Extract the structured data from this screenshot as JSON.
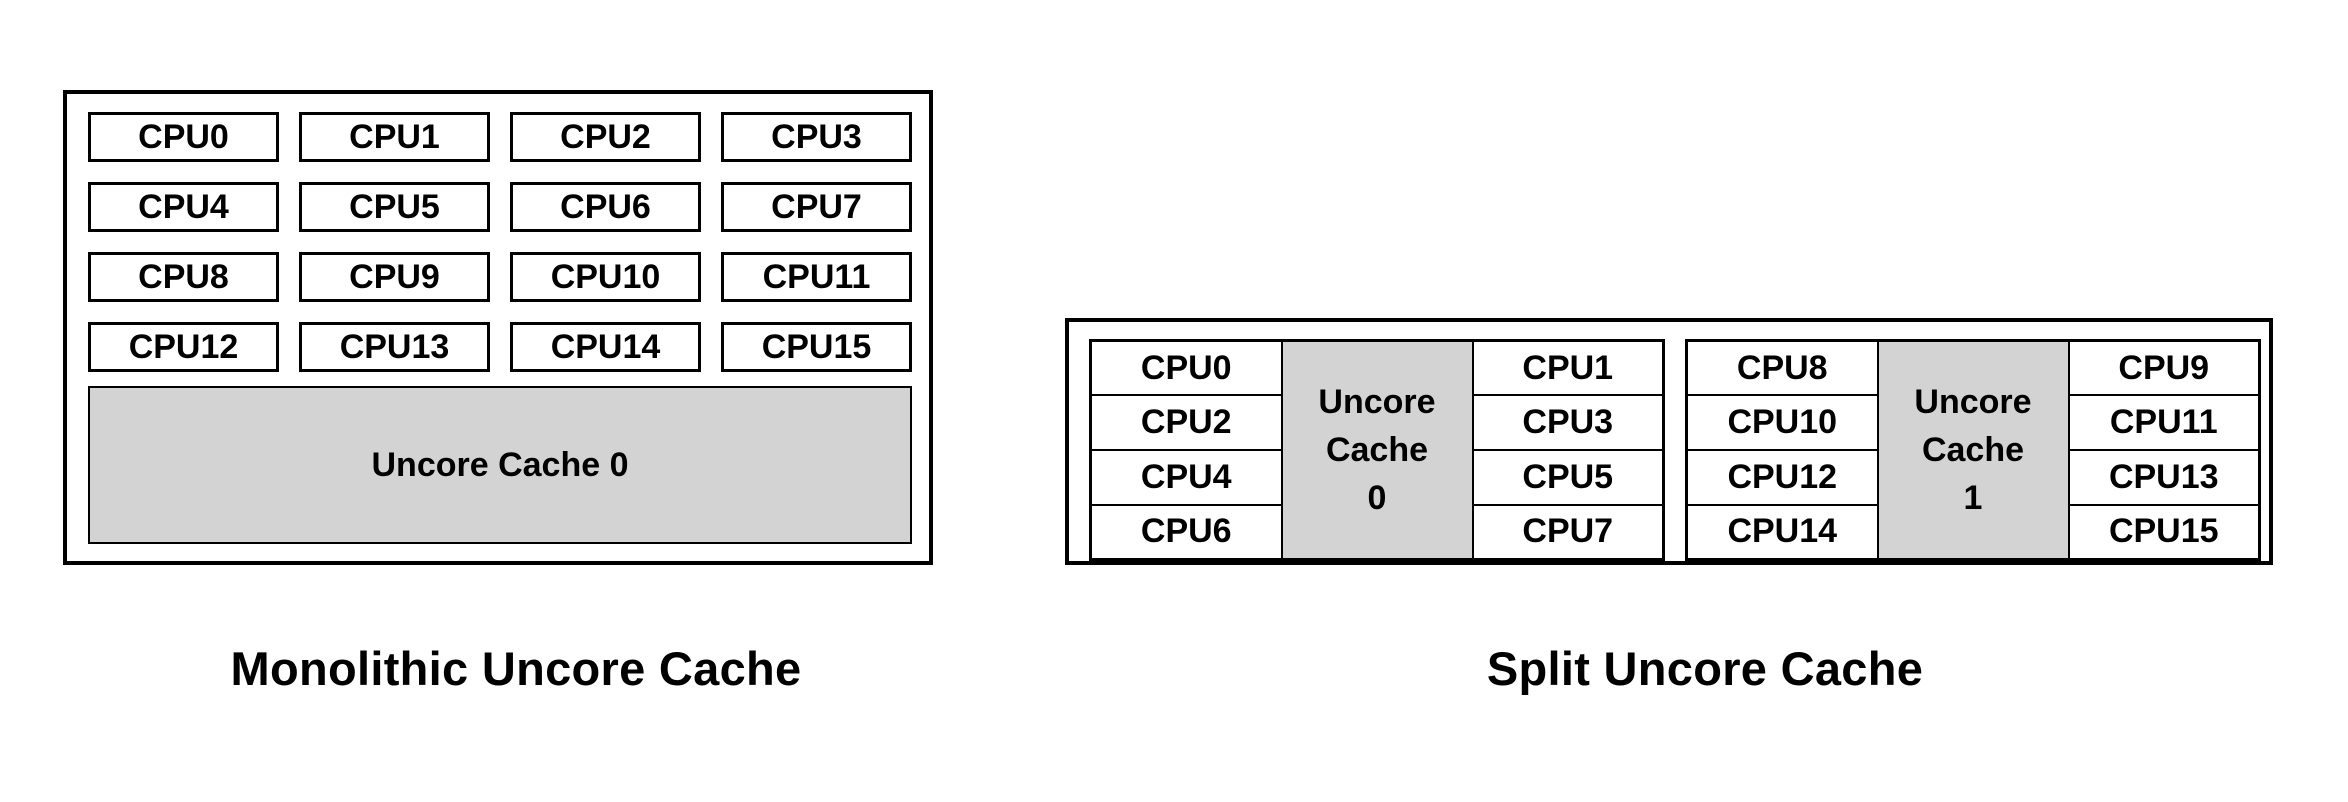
{
  "colors": {
    "cache_fill": "#d3d3d3",
    "line": "#000000",
    "background": "#ffffff"
  },
  "monolithic": {
    "caption": "Monolithic Uncore Cache",
    "cache_label": "Uncore Cache 0",
    "cpus": [
      "CPU0",
      "CPU1",
      "CPU2",
      "CPU3",
      "CPU4",
      "CPU5",
      "CPU6",
      "CPU7",
      "CPU8",
      "CPU9",
      "CPU10",
      "CPU11",
      "CPU12",
      "CPU13",
      "CPU14",
      "CPU15"
    ]
  },
  "split": {
    "caption": "Split Uncore Cache",
    "groups": [
      {
        "left_cpus": [
          "CPU0",
          "CPU2",
          "CPU4",
          "CPU6"
        ],
        "cache_label": "Uncore Cache 0",
        "right_cpus": [
          "CPU1",
          "CPU3",
          "CPU5",
          "CPU7"
        ]
      },
      {
        "left_cpus": [
          "CPU8",
          "CPU10",
          "CPU12",
          "CPU14"
        ],
        "cache_label": "Uncore Cache 1",
        "right_cpus": [
          "CPU9",
          "CPU11",
          "CPU13",
          "CPU15"
        ]
      }
    ]
  }
}
